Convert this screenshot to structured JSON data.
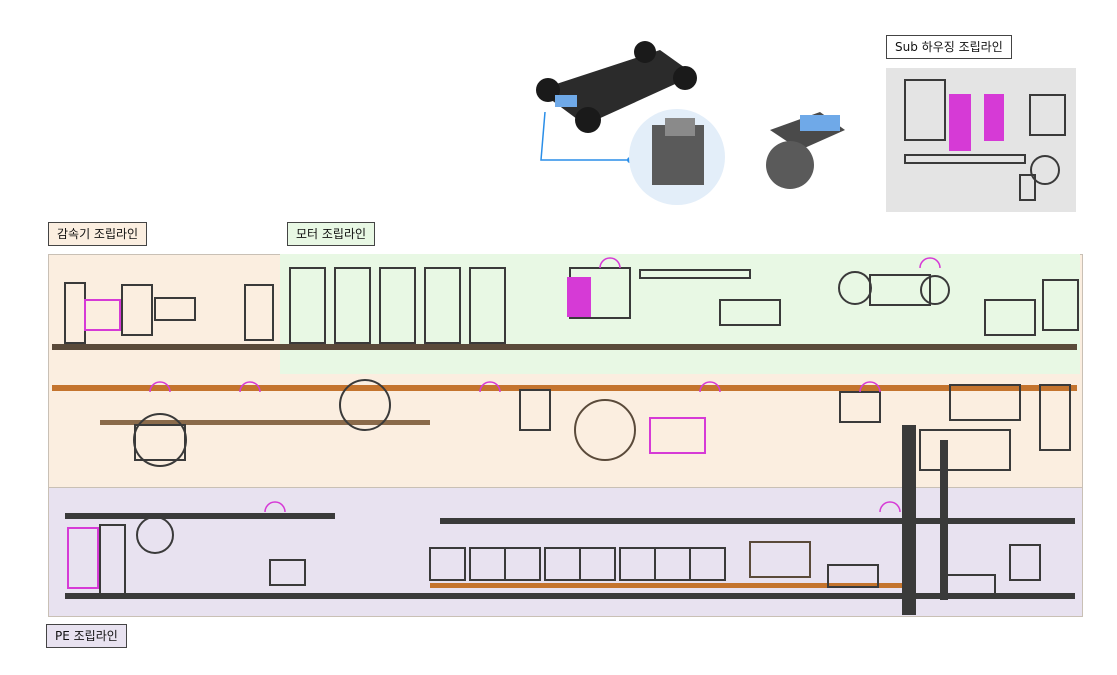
{
  "labels": {
    "reducer_line": "감속기 조립라인",
    "motor_line": "모터 조립라인",
    "pe_line": "PE 조립라인",
    "sub_housing_line": "Sub 하우징 조립라인"
  },
  "colors": {
    "reducer_zone": "#fbeee0",
    "motor_zone": "#e8f8e4",
    "pe_zone": "#e8e2f0",
    "equipment_dark": "#3a3a3a",
    "equipment_magenta": "#d63ad6",
    "conveyor_orange": "#c4742e",
    "callout_blue": "#2a8ee8"
  },
  "images": {
    "chassis": "ev-skateboard-chassis-icon",
    "pe_module_zoom": "pe-module-icon",
    "motor_unit": "e-motor-unit-icon",
    "sub_housing_layout": "sub-housing-layout-icon"
  }
}
